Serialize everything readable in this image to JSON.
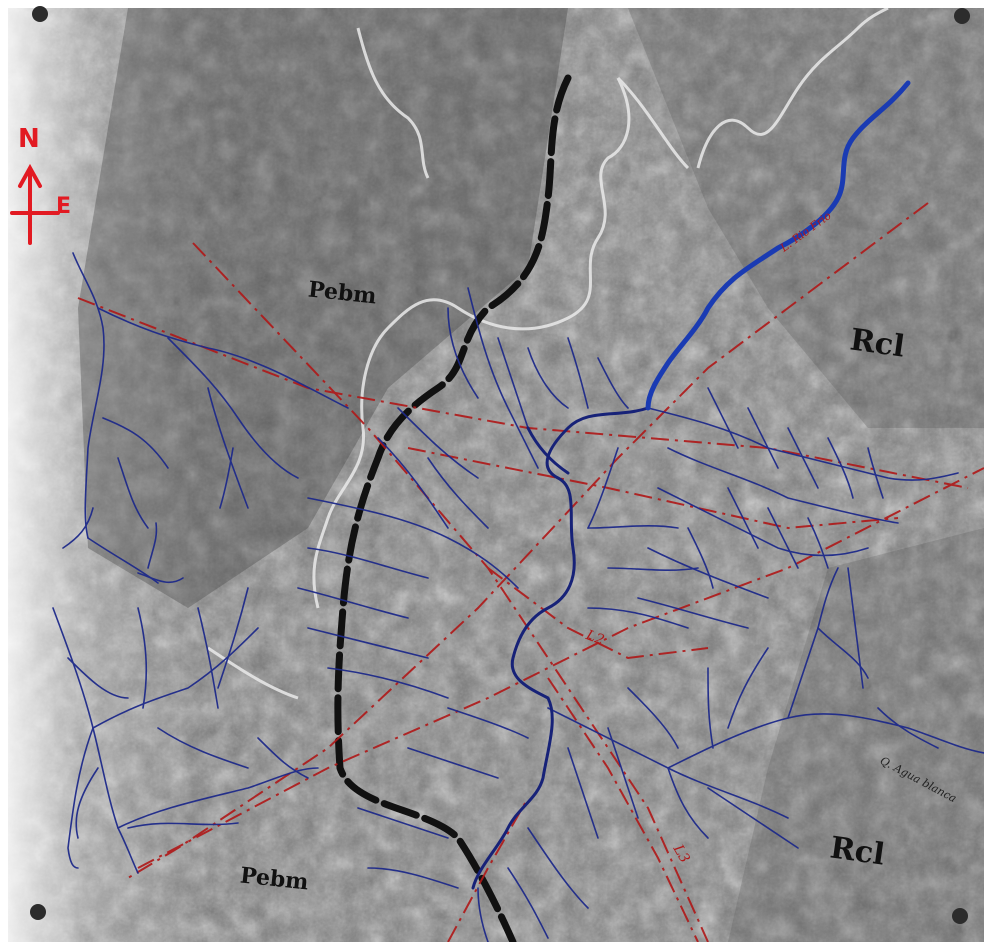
{
  "map": {
    "labels": {
      "pebm_top": "Pebm",
      "pebm_bottom": "Pebm",
      "rcl_top": "Rcl",
      "rcl_bottom": "Rcl",
      "river_name": "Q. Agua blanca",
      "fault_top": "L. Rio Frio",
      "lineament_2": "L2",
      "lineament_3": "L3"
    },
    "north_arrow": {
      "n": "N",
      "e": "E"
    },
    "colors": {
      "drainage": "#1e2a8a",
      "main_river": "#1a3bb3",
      "lineaments": "#b01818",
      "contact": "#111111",
      "north_arrow": "#e21a22",
      "roads": "#e9e9e9"
    }
  }
}
